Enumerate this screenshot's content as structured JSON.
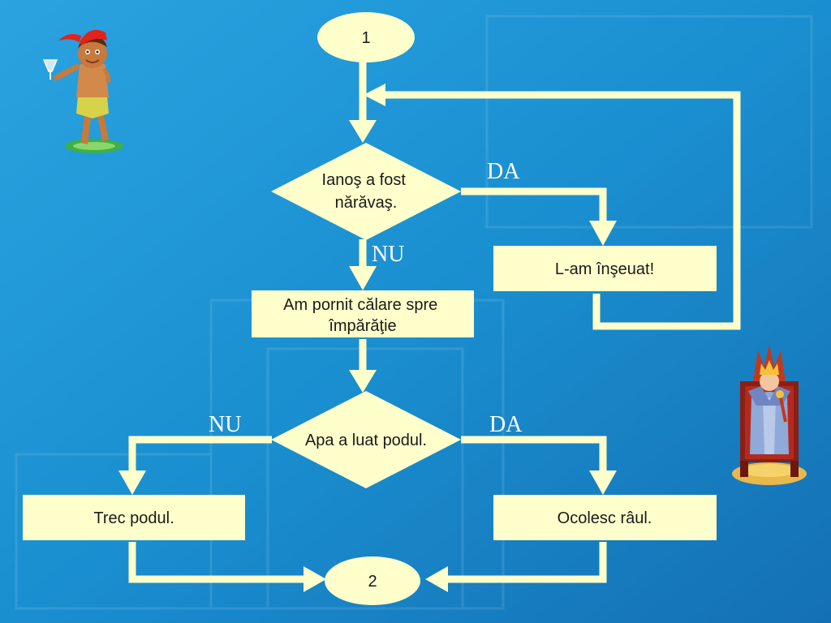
{
  "colors": {
    "background": "#1a8fd0",
    "shape_fill": "#ffffcc",
    "connector": "#ffffcc",
    "label_text": "#ffffff",
    "node_text": "#1a1a1a"
  },
  "nodes": {
    "start": "1",
    "decision1": [
      "Ianoş a fost",
      "nărăvaş."
    ],
    "saddle": "L-am înşeuat!",
    "ride": [
      "Am pornit călare spre",
      "împărăţie"
    ],
    "decision2": "Apa a luat podul.",
    "cross": "Trec podul.",
    "around": "Ocolesc râul.",
    "end": "2"
  },
  "labels": {
    "d1_yes": "DA",
    "d1_no": "NU",
    "d2_no": "NU",
    "d2_yes": "DA"
  },
  "illustrations": [
    "boy-character-icon",
    "king-on-throne-icon"
  ]
}
